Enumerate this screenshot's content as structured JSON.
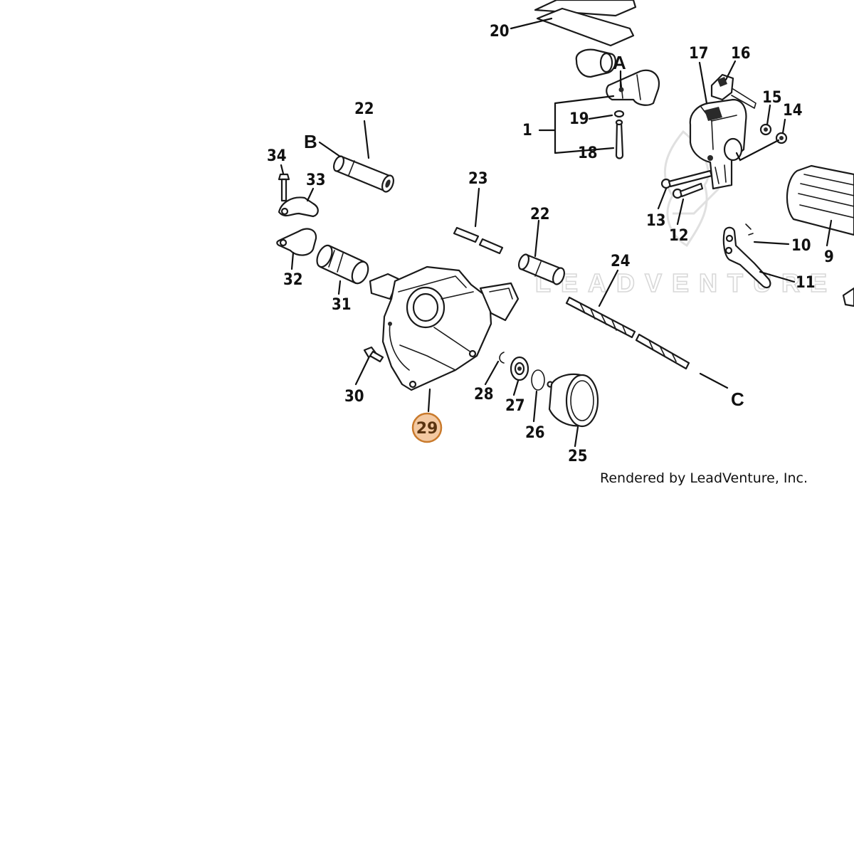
{
  "callouts": {
    "c1": "1",
    "c9": "9",
    "c10": "10",
    "c11": "11",
    "c12": "12",
    "c13": "13",
    "c14": "14",
    "c15": "15",
    "c16": "16",
    "c17": "17",
    "c18": "18",
    "c19": "19",
    "c20": "20",
    "c22a": "22",
    "c22b": "22",
    "c23": "23",
    "c24": "24",
    "c25": "25",
    "c26": "26",
    "c27": "27",
    "c28": "28",
    "c29": "29",
    "c30": "30",
    "c31": "31",
    "c32": "32",
    "c33": "33",
    "c34": "34"
  },
  "refs": {
    "a": "A",
    "b": "B",
    "c": "C"
  },
  "watermark": {
    "text": "LEADVENTURE"
  },
  "credit": "Rendered by LeadVenture, Inc.",
  "highlight": {
    "part": "29",
    "fill": "#f3c9a2",
    "stroke": "#c97a2c",
    "text_color": "#5a3410"
  }
}
